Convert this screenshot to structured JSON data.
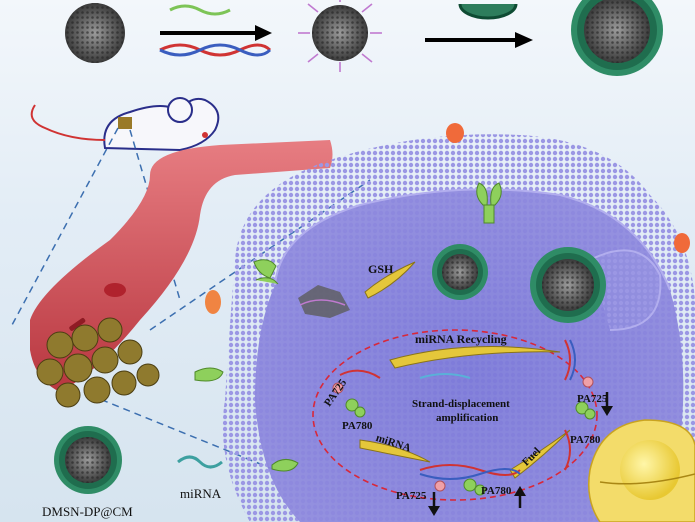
{
  "labels": {
    "gsh": "GSH",
    "mirna_recycling": "miRNA Recycling",
    "strand_displacement_line1": "Strand-displacement",
    "strand_displacement_line2": "amplification",
    "pa725_left": "PA725",
    "pa780_left": "PA780",
    "mirna_inner": "miRNA",
    "fuel": "Fuel",
    "pa780_bottom": "PA780",
    "pa725_bottom": "PA725",
    "pa725_right": "PA725",
    "pa780_right": "PA780",
    "legend_nanoparticle": "DMSN-DP@CM",
    "legend_mirna": "miRNA"
  },
  "colors": {
    "cell_membrane": "#8b86d8",
    "cell_interior": "#6f6bd0",
    "vessel": "#d9515a",
    "nucleus": "#f2d84a",
    "dashed_ring": "#d8283a",
    "hairpin_green": "#7dc457"
  }
}
